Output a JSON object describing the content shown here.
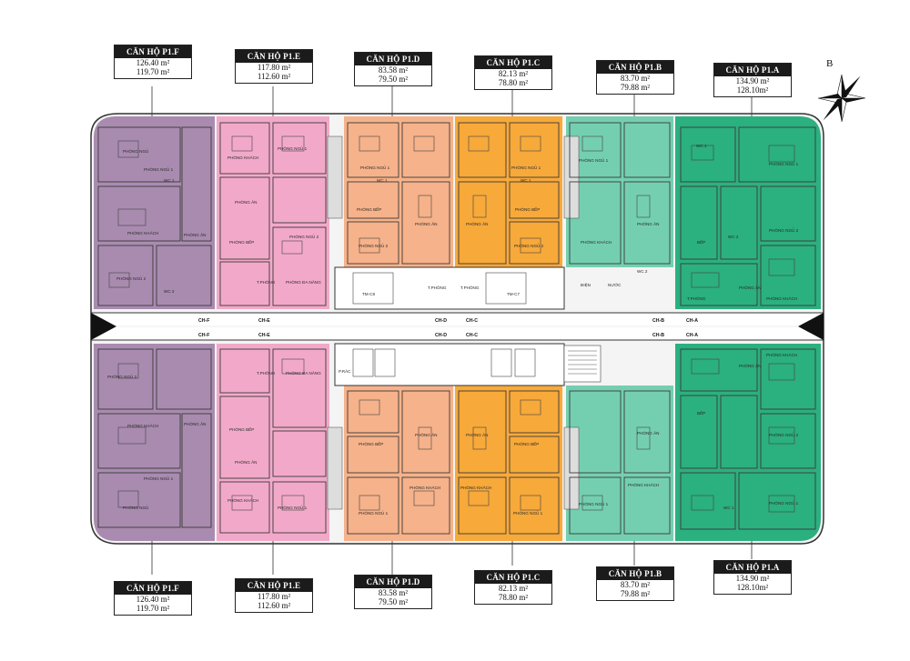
{
  "units_top": [
    {
      "title": "CĂN HỘ P1.F",
      "area1": "126.40 m²",
      "area2": "119.70 m²"
    },
    {
      "title": "CĂN HỘ P1.E",
      "area1": "117.80 m²",
      "area2": "112.60 m²"
    },
    {
      "title": "CĂN HỘ P1.D",
      "area1": "83.58 m²",
      "area2": "79.50 m²"
    },
    {
      "title": "CĂN HỘ P1.C",
      "area1": "82.13 m²",
      "area2": "78.80 m²"
    },
    {
      "title": "CĂN HỘ P1.B",
      "area1": "83.70 m²",
      "area2": "79.88 m²"
    },
    {
      "title": "CĂN HỘ P1.A",
      "area1": "134.90 m²",
      "area2": "128.10m²"
    }
  ],
  "units_bottom": [
    {
      "title": "CĂN HỘ P1.F",
      "area1": "126.40 m²",
      "area2": "119.70 m²"
    },
    {
      "title": "CĂN HỘ P1.E",
      "area1": "117.80 m²",
      "area2": "112.60 m²"
    },
    {
      "title": "CĂN HỘ P1.D",
      "area1": "83.58 m²",
      "area2": "79.50 m²"
    },
    {
      "title": "CĂN HỘ P1.C",
      "area1": "82.13 m²",
      "area2": "78.80 m²"
    },
    {
      "title": "CĂN HỘ P1.B",
      "area1": "83.70 m²",
      "area2": "79.88 m²"
    },
    {
      "title": "CĂN HỘ P1.A",
      "area1": "134.90 m²",
      "area2": "128.10m²"
    }
  ],
  "compass": {
    "north_label": "B"
  },
  "colors": {
    "p1f": "#a98bb0",
    "p1e": "#f2a9c9",
    "p1d": "#f6b28a",
    "p1c": "#f7a93a",
    "p1b": "#74cfb0",
    "p1a": "#2bb07f",
    "corridor": "#ffffff",
    "wall": "#3a3a3a"
  },
  "entrance_tags_top": [
    "CH-F",
    "CH-E",
    "CH-D",
    "CH-C",
    "CH-B",
    "CH-A"
  ],
  "entrance_tags_bottom": [
    "CH-F",
    "CH-E",
    "CH-D",
    "CH-C",
    "CH-B",
    "CH-A"
  ],
  "room_labels": {
    "phong_ngu_1": "PHÒNG NGỦ 1",
    "phong_ngu_2": "PHÒNG NGỦ 2",
    "phong_ngu_3": "PHÒNG NGỦ 3",
    "phong_ngu": "PHÒNG NGỦ",
    "phong_khach": "PHÒNG KHÁCH",
    "phong_an": "PHÒNG ĂN",
    "phong_bep": "PHÒNG BẾP",
    "phong_da_nang": "PHÒNG ĐA NĂNG",
    "t_phong": "T.PHÒNG",
    "wc1": "WC 1",
    "wc2": "WC 2",
    "wc": "WC",
    "bep": "BẾP",
    "tm_c8": "TM-C8",
    "tm_c7": "TM-C7",
    "dien": "ĐIỆN",
    "nuoc": "NƯỚC",
    "p_rac": "P.RÁC"
  }
}
